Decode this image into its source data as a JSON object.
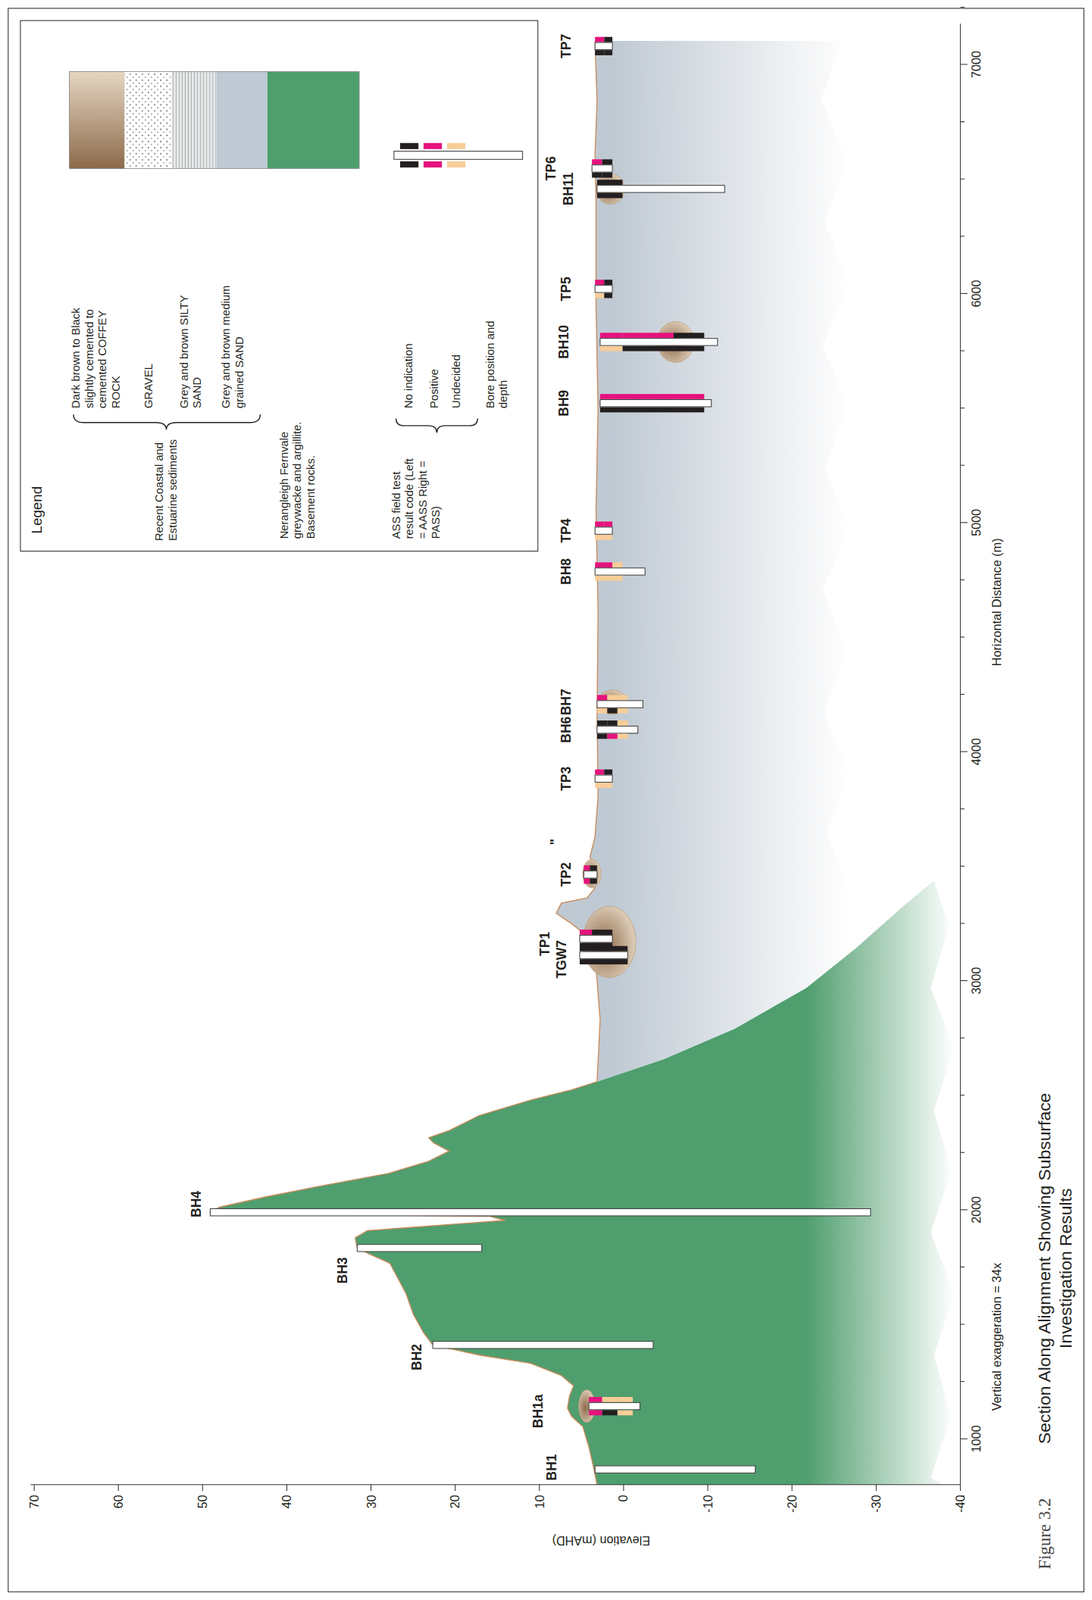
{
  "diagram": {
    "caption": "Section Along Alignment Showing Subsurface Investigation Results",
    "labels": [
      "Legend",
      "Recent Coastal and Estuarine sediments",
      "ASS field test result code (Left = AASS Right = PASS)",
      "BH1",
      "BH1a",
      "BH2",
      "BH3",
      "BH4",
      "TP1",
      "TGW7",
      "TP2",
      "\"",
      "TP3",
      "BH6",
      "BH7",
      "BH8",
      "TP4",
      "BH9",
      "BH10",
      "TP5",
      "TP6",
      "BH11",
      "TP7",
      "70",
      "60",
      "50",
      "40",
      "30",
      "20",
      "10",
      "0",
      "-10",
      "-20",
      "-30",
      "-40",
      "1000",
      "2000",
      "3000",
      "4000",
      "5000",
      "6000",
      "7000",
      "Elevation (mAHD)",
      "Horizontal Distance (m)",
      "Vertical exaggeration = 34x",
      "Figure 3.2"
    ],
    "legend": [
      {
        "text": "Dark brown to Black slightly cemented to cemented COFFEY ROCK",
        "color": "#8c6a4a"
      },
      {
        "text": "GRAVEL"
      },
      {
        "text": "Grey and brown SILTY SAND"
      },
      {
        "text": "Grey and brown medium grained SAND",
        "color": "#bfc9d3"
      },
      {
        "text": "Nerangleigh Fernvale greywacke and argillite. Basement rocks.",
        "color": "#4f9e6e"
      },
      {
        "text": "No indication",
        "color": "#231f20"
      },
      {
        "text": "Positive",
        "color": "#e5127d"
      },
      {
        "text": "Undecided",
        "color": "#f8cd98"
      },
      {
        "text": "Bore position and depth"
      }
    ]
  }
}
